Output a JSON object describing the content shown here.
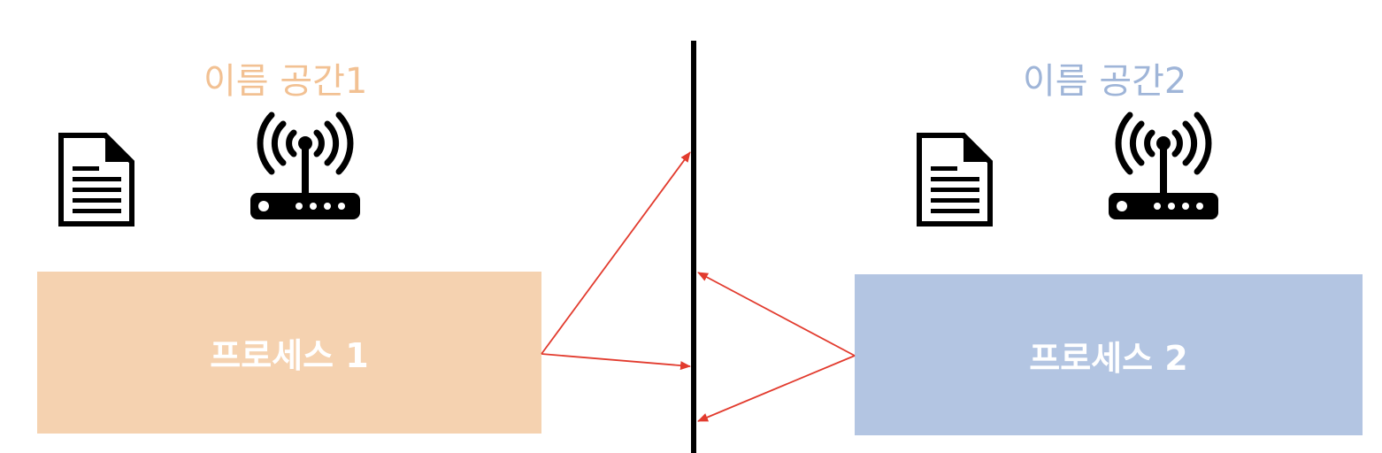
{
  "namespaces": [
    {
      "title": "이름 공간1",
      "title_color": "#f2c193",
      "process_label": "프로세스 1",
      "process_color": "#f5d2b0",
      "icons": [
        "document-icon",
        "wifi-router-icon"
      ]
    },
    {
      "title": "이름 공간2",
      "title_color": "#9fb5d8",
      "process_label": "프로세스 2",
      "process_color": "#b3c5e2",
      "icons": [
        "document-icon",
        "wifi-router-icon"
      ]
    }
  ],
  "colors": {
    "divider": "#000000",
    "arrow": "#e23b2e",
    "icon": "#000000"
  }
}
